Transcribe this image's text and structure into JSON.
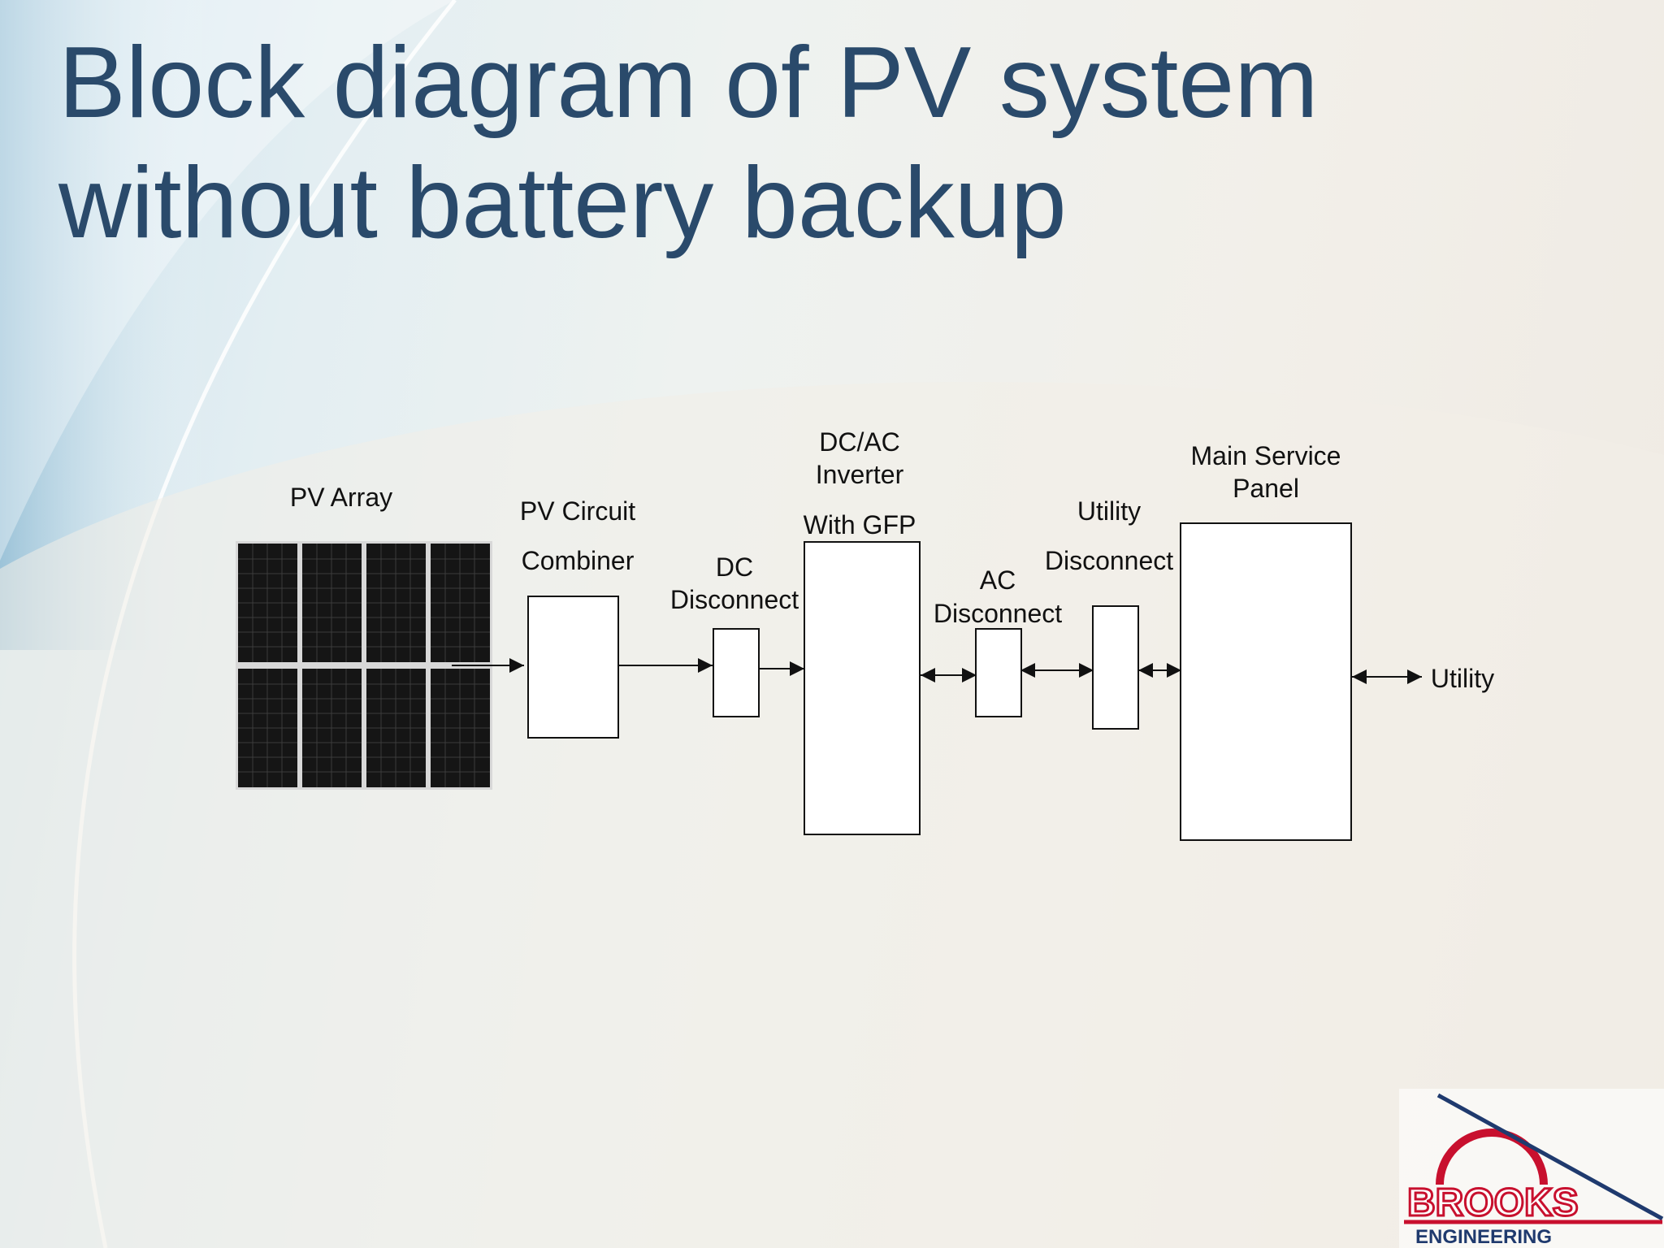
{
  "slide": {
    "title_line1": "Block diagram of PV system",
    "title_line2": "without battery backup"
  },
  "diagram": {
    "labels": {
      "pv_array": "PV Array",
      "combiner_line1": "PV Circuit",
      "combiner_line2": "Combiner",
      "dc_disconnect_line1": "DC",
      "dc_disconnect_line2": "Disconnect",
      "inverter_line1": "DC/AC",
      "inverter_line2": "Inverter",
      "inverter_line3": "With GFP",
      "ac_disconnect_line1": "AC",
      "ac_disconnect_line2": "Disconnect",
      "utility_disconnect_line1": "Utility",
      "utility_disconnect_line2": "Disconnect",
      "main_panel_line1": "Main Service",
      "main_panel_line2": "Panel",
      "utility": "Utility"
    }
  },
  "logo": {
    "name": "BROOKS",
    "subtitle": "ENGINEERING",
    "colors": {
      "red": "#c8102e",
      "blue": "#1f3a6e"
    }
  },
  "colors": {
    "title": "#2a4a6b",
    "panel_cell": "#151515",
    "line": "#111111"
  }
}
